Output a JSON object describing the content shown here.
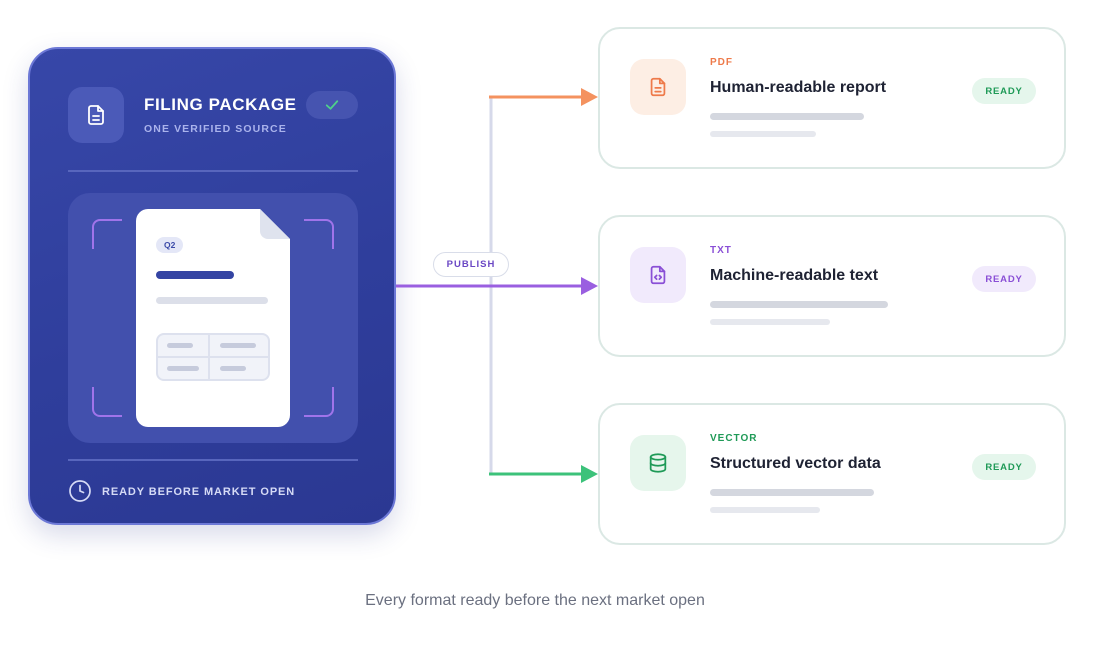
{
  "source": {
    "title": "FILING PACKAGE",
    "subtitle": "ONE VERIFIED SOURCE",
    "icon": "document-icon",
    "status_icon": "checkmark-icon",
    "document_badge": "Q2",
    "footer": "READY BEFORE MARKET OPEN",
    "footer_icon": "clock-icon"
  },
  "connector": {
    "label": "PUBLISH"
  },
  "outputs": [
    {
      "format": "PDF",
      "title": "Human-readable report",
      "status": "READY",
      "icon": "document-icon",
      "accent": "#ee7a4a",
      "tile_bg": "#fdeee4",
      "badge_bg": "#e5f6ec",
      "badge_text": "#1f9a57"
    },
    {
      "format": "TXT",
      "title": "Machine-readable text",
      "status": "READY",
      "icon": "code-file-icon",
      "accent": "#8a4fd6",
      "tile_bg": "#f1eafc",
      "badge_bg": "#f1eafc",
      "badge_text": "#8a4fd6"
    },
    {
      "format": "VECTOR",
      "title": "Structured vector data",
      "status": "READY",
      "icon": "database-icon",
      "accent": "#1f9a57",
      "tile_bg": "#e6f6ec",
      "badge_bg": "#e5f6ec",
      "badge_text": "#1f9a57"
    }
  ],
  "colors": {
    "source_card": "#3444a3",
    "arrow_pdf": "#f4925f",
    "arrow_txt": "#9a5fe0",
    "arrow_vector": "#3cc27a",
    "trunk": "#d6d9ea"
  },
  "caption": "Every format ready before the next market open"
}
